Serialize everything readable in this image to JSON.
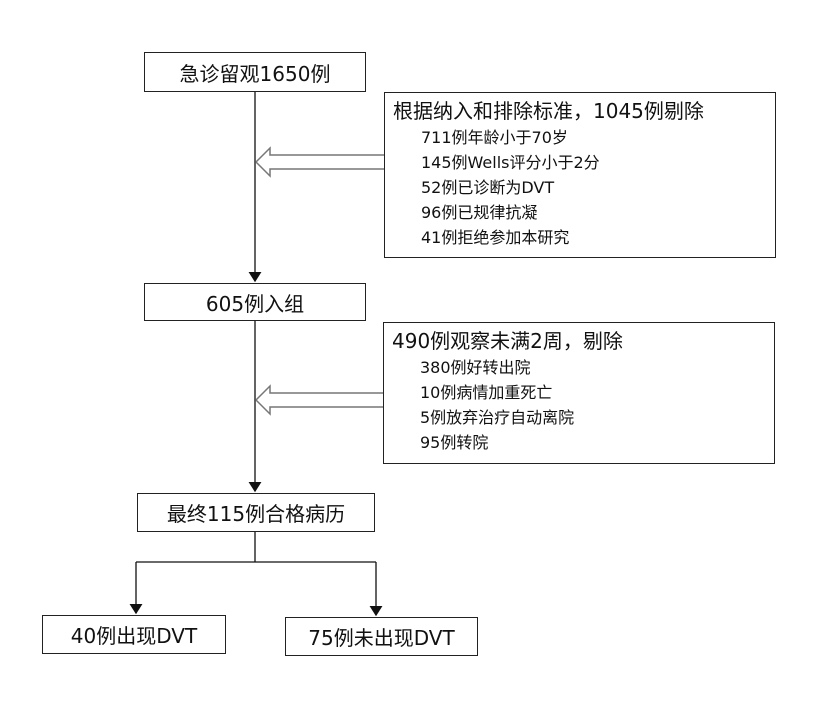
{
  "nodes": {
    "start": "急诊留观1650例",
    "enrolled": "605例入组",
    "final": "最终115例合格病历",
    "dvt": "40例出现DVT",
    "no_dvt": "75例未出现DVT"
  },
  "exclusion1": {
    "title": "根据纳入和排除标准，1045例剔除",
    "items": [
      "711例年龄小于70岁",
      "145例Wells评分小于2分",
      "52例已诊断为DVT",
      "96例已规律抗凝",
      "41例拒绝参加本研究"
    ]
  },
  "exclusion2": {
    "title": "490例观察未满2周，剔除",
    "items": [
      "380例好转出院",
      "10例病情加重死亡",
      "5例放弃治疗自动离院",
      "95例转院"
    ]
  }
}
